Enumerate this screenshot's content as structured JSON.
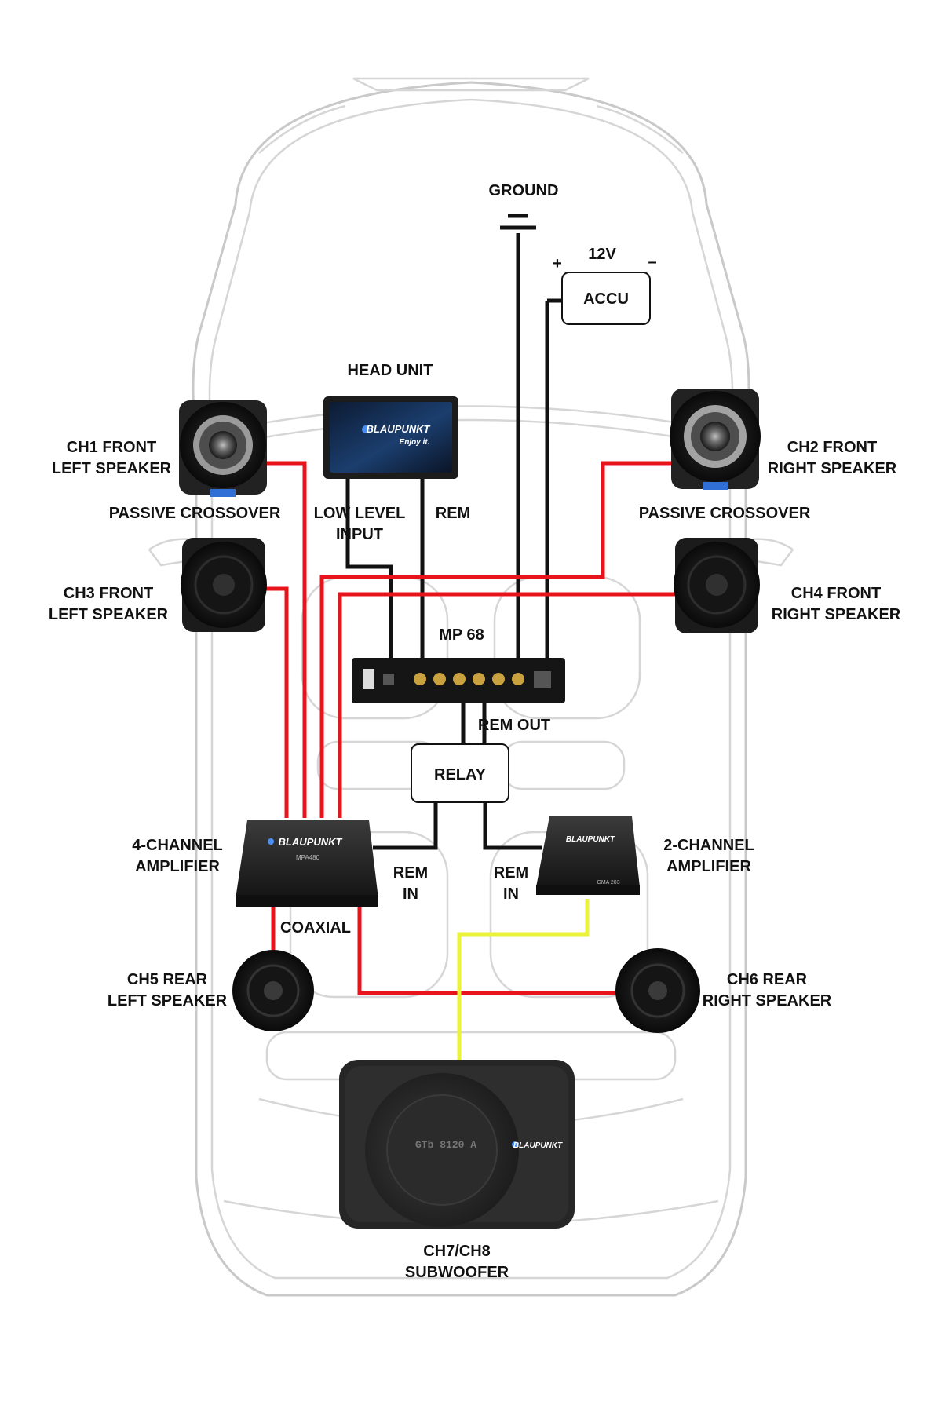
{
  "labels": {
    "ground": "GROUND",
    "v12": "12V",
    "plus": "+",
    "minus": "–",
    "accu": "ACCU",
    "head_unit": "HEAD UNIT",
    "ch1_line1": "CH1 FRONT",
    "ch1_line2": "LEFT SPEAKER",
    "ch2_line1": "CH2 FRONT",
    "ch2_line2": "RIGHT SPEAKER",
    "passive_left": "PASSIVE CROSSOVER",
    "passive_right": "PASSIVE CROSSOVER",
    "low_level_1": "LOW LEVEL",
    "low_level_2": "INPUT",
    "rem": "REM",
    "ch3_line1": "CH3 FRONT",
    "ch3_line2": "LEFT SPEAKER",
    "ch4_line1": "CH4 FRONT",
    "ch4_line2": "RIGHT SPEAKER",
    "mp68": "MP 68",
    "rem_out": "REM OUT",
    "relay": "RELAY",
    "amp4_line1": "4-CHANNEL",
    "amp4_line2": "AMPLIFIER",
    "amp2_line1": "2-CHANNEL",
    "amp2_line2": "AMPLIFIER",
    "rem_in_left_1": "REM",
    "rem_in_left_2": "IN",
    "rem_in_right_1": "REM",
    "rem_in_right_2": "IN",
    "coaxial": "COAXIAL",
    "ch5_line1": "CH5 REAR",
    "ch5_line2": "LEFT SPEAKER",
    "ch6_line1": "CH6 REAR",
    "ch6_line2": "RIGHT SPEAKER",
    "sub_line1": "CH7/CH8",
    "sub_line2": "SUBWOOFER"
  },
  "device_text": {
    "brand": "BLAUPUNKT",
    "tagline": "Enjoy it.",
    "amp4_model": "MPA480",
    "amp2_model": "GMA 203",
    "sub_model": "GTb 8120 A"
  },
  "colors": {
    "speaker_wire": "#e8141b",
    "remote_wire": "#111111",
    "sub_wire": "#eaf23a",
    "car_outline": "#c9c9c9"
  }
}
